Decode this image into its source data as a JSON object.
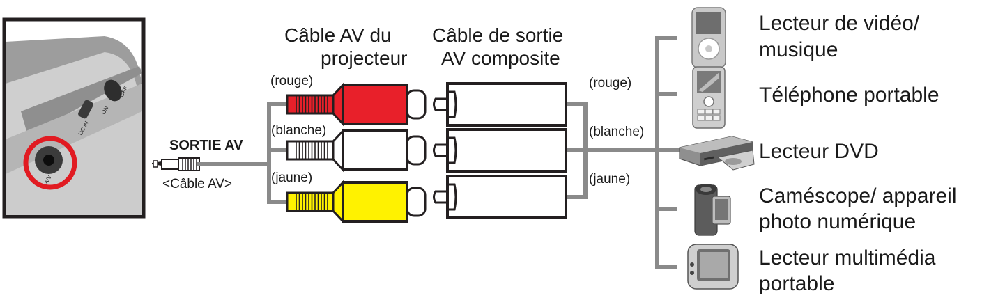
{
  "projector_panel": {
    "port_labels": [
      "DC IN",
      "ON",
      "OFF",
      "A/V"
    ]
  },
  "output": {
    "label": "SORTIE AV",
    "cable_label": "<Câble AV>"
  },
  "projector_cable": {
    "title_line1": "Câble AV du",
    "title_line2": "projecteur"
  },
  "composite_cable": {
    "title_line1": "Câble de sortie",
    "title_line2": "AV composite"
  },
  "plugs": [
    {
      "name": "rouge",
      "label": "(rouge)",
      "color": "#e8202a"
    },
    {
      "name": "blanche",
      "label": "(blanche)",
      "color": "#ffffff"
    },
    {
      "name": "jaune",
      "label": "(jaune)",
      "color": "#fff200"
    }
  ],
  "right_plug_labels": [
    "(rouge)",
    "(blanche)",
    "(jaune)"
  ],
  "devices": [
    {
      "icon": "media-player-icon",
      "line1": "Lecteur de vidéo/",
      "line2": "musique"
    },
    {
      "icon": "mobile-phone-icon",
      "line1": "Téléphone portable",
      "line2": ""
    },
    {
      "icon": "dvd-player-icon",
      "line1": "Lecteur DVD",
      "line2": ""
    },
    {
      "icon": "camcorder-icon",
      "line1": "Caméscope/ appareil",
      "line2": "photo numérique"
    },
    {
      "icon": "portable-multimedia-player-icon",
      "line1": "Lecteur multimédia",
      "line2": "portable"
    }
  ],
  "colors": {
    "cable": "#8a8a8a",
    "outline": "#231f20",
    "highlight_circle": "#e11b22"
  }
}
